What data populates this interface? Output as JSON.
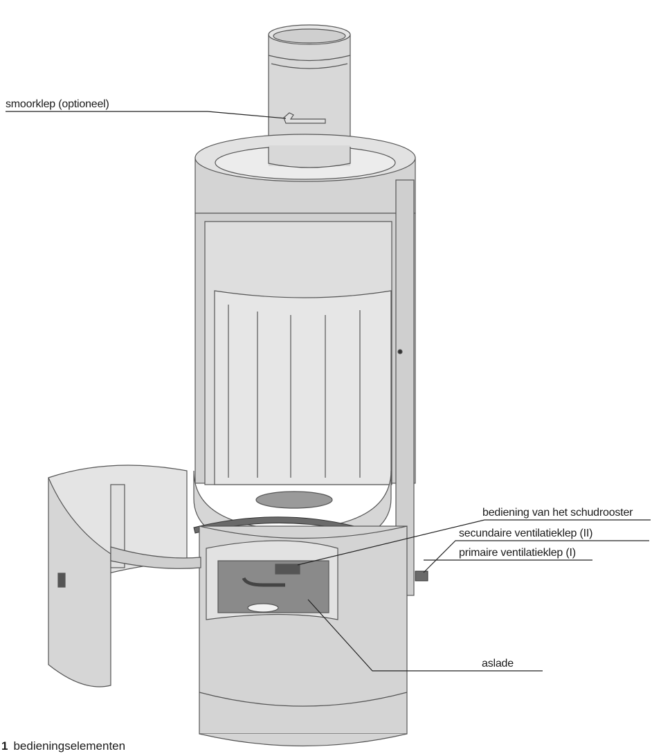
{
  "labels": {
    "damper": "smoorklep (optioneel)",
    "shaker": "bediening van het schudrooster",
    "secondary": "secundaire ventilatieklep (II)",
    "primary": "primaire ventilatieklep (I)",
    "ashpan": "aslade"
  },
  "figure": {
    "number": "1",
    "caption": "bedieningselementen"
  },
  "colors": {
    "body": "#d6d6d6",
    "body_dark": "#bdbdbd",
    "outline": "#555555",
    "dark_part": "#6a6a6a",
    "line": "#222222"
  }
}
